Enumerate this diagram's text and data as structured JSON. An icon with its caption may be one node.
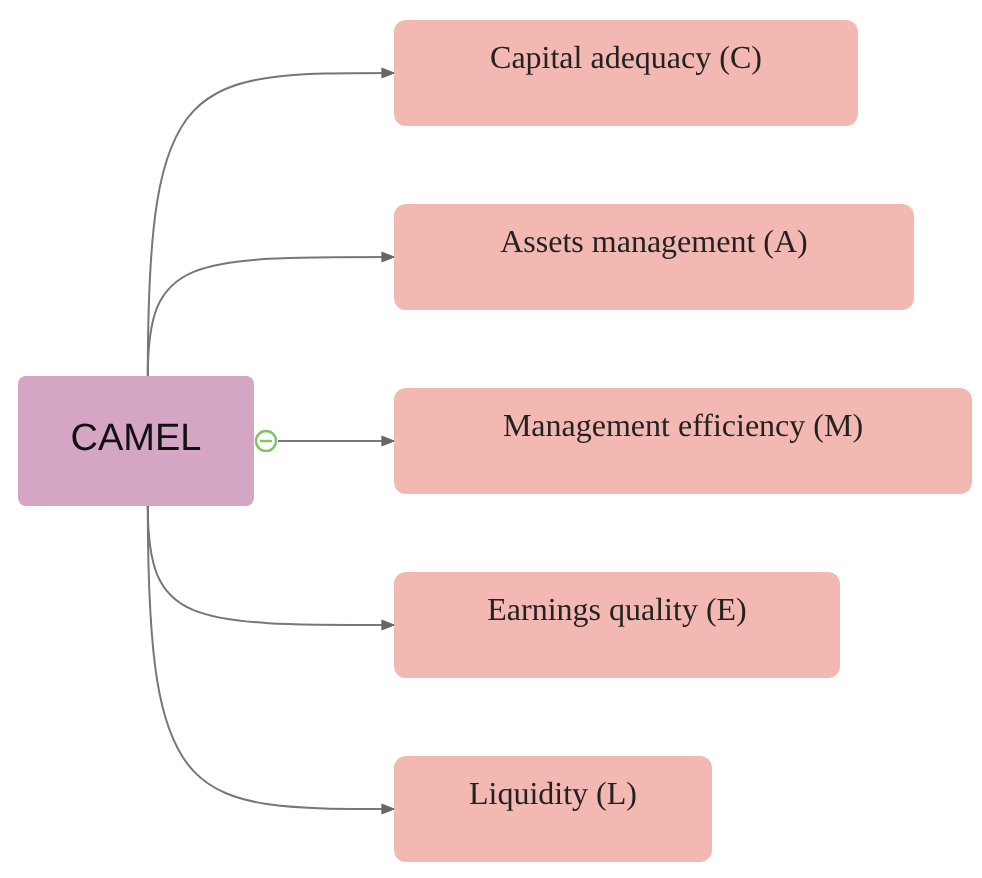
{
  "diagram": {
    "nodes": [
      {
        "text": [
          "CAMEL"
        ]
      },
      {
        "text": [
          "Capital adequacy (C)"
        ]
      },
      {
        "text": [
          "Assets management (A)"
        ]
      },
      {
        "text": [
          "Management efficiency (M)"
        ]
      },
      {
        "text": [
          "Earnings quality (E)"
        ]
      },
      {
        "text": [
          "Liquidity (L)"
        ]
      }
    ],
    "edges": [
      {
        "from": 0,
        "to": 1,
        "arrow": "to"
      },
      {
        "from": 0,
        "to": 2,
        "arrow": "to"
      },
      {
        "from": 0,
        "to": 3,
        "arrow": "to"
      },
      {
        "from": 0,
        "to": 4,
        "arrow": "to"
      },
      {
        "from": 0,
        "to": 5,
        "arrow": "to"
      }
    ]
  }
}
